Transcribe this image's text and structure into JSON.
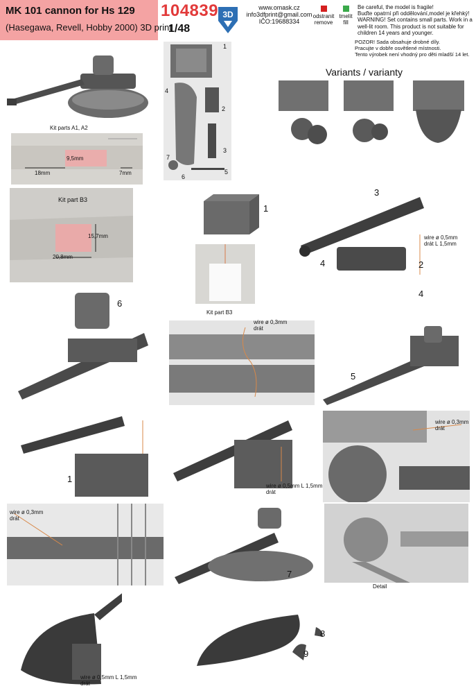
{
  "header": {
    "title": "MK 101 cannon for Hs 129",
    "subtitle": "(Hasegawa, Revell, Hobby 2000) 3D print",
    "code": "104839",
    "scale": "1/48",
    "logo_text": "3D",
    "contact": [
      "www.omask.cz",
      "info3dfprint@gmail.com",
      "IČO:19688334"
    ],
    "legend": {
      "remove_label_1": "odstranit",
      "remove_label_2": "remove",
      "fill_label_1": "tmelit",
      "fill_label_2": "fill",
      "remove_color": "#d42020",
      "fill_color": "#3aa94a"
    },
    "warning": [
      "Be careful, the model is fragile!",
      " Buďte opatrní při oddělování,model je křehký!",
      "WARNING! Set contains small parts. Work in a",
      "well-lit room. This product is not suitable for",
      "children 14 years and younger."
    ],
    "warning_cz": [
      "POZOR! Sada obsahuje drobné díly.",
      "Pracujte v dobře osvětlené místnosti.",
      "Tento výrobek není vhodný pro děti mladší 14 let."
    ]
  },
  "sections": {
    "variants_title": "Variants / varianty",
    "kit_parts_a": "Kit parts A1, A2",
    "dim_a_height": "9,5mm",
    "dim_a_left": "18mm",
    "dim_a_right": "7mm",
    "kit_part_b3_title": "Kit part B3",
    "dim_b_height": "15,7mm",
    "dim_b_width": "20,8mm",
    "kit_part_b3_caption": "Kit part B3",
    "detail": "Detail"
  },
  "parts_sheet_numbers": [
    "1",
    "2",
    "3",
    "4",
    "5",
    "6",
    "7"
  ],
  "callouts": {
    "box_num": "1",
    "exploded": {
      "n3": "3",
      "n2": "2",
      "n4a": "4",
      "n4b": "4",
      "wire1": "wire ø 0,5mm",
      "wire2": "drát     L 1,5mm"
    },
    "step6": "6",
    "wire03_a": "wire ø 0,3mm",
    "wire03_a2": "drát",
    "step5": "5",
    "step1": "1",
    "wire05_b": "wire ø 0,5mm L 1,5mm",
    "wire05_b2": "drát",
    "wire03_c": "wire ø 0,3mm",
    "wire03_c2": "drát",
    "wire03_d": "wire ø 0,3mm",
    "wire03_d2": "drát",
    "step7": "7",
    "wire05_e": "wire ø 0,5mm L 1,5mm",
    "wire05_e2": "drát",
    "step8": "8",
    "step9": "9"
  }
}
